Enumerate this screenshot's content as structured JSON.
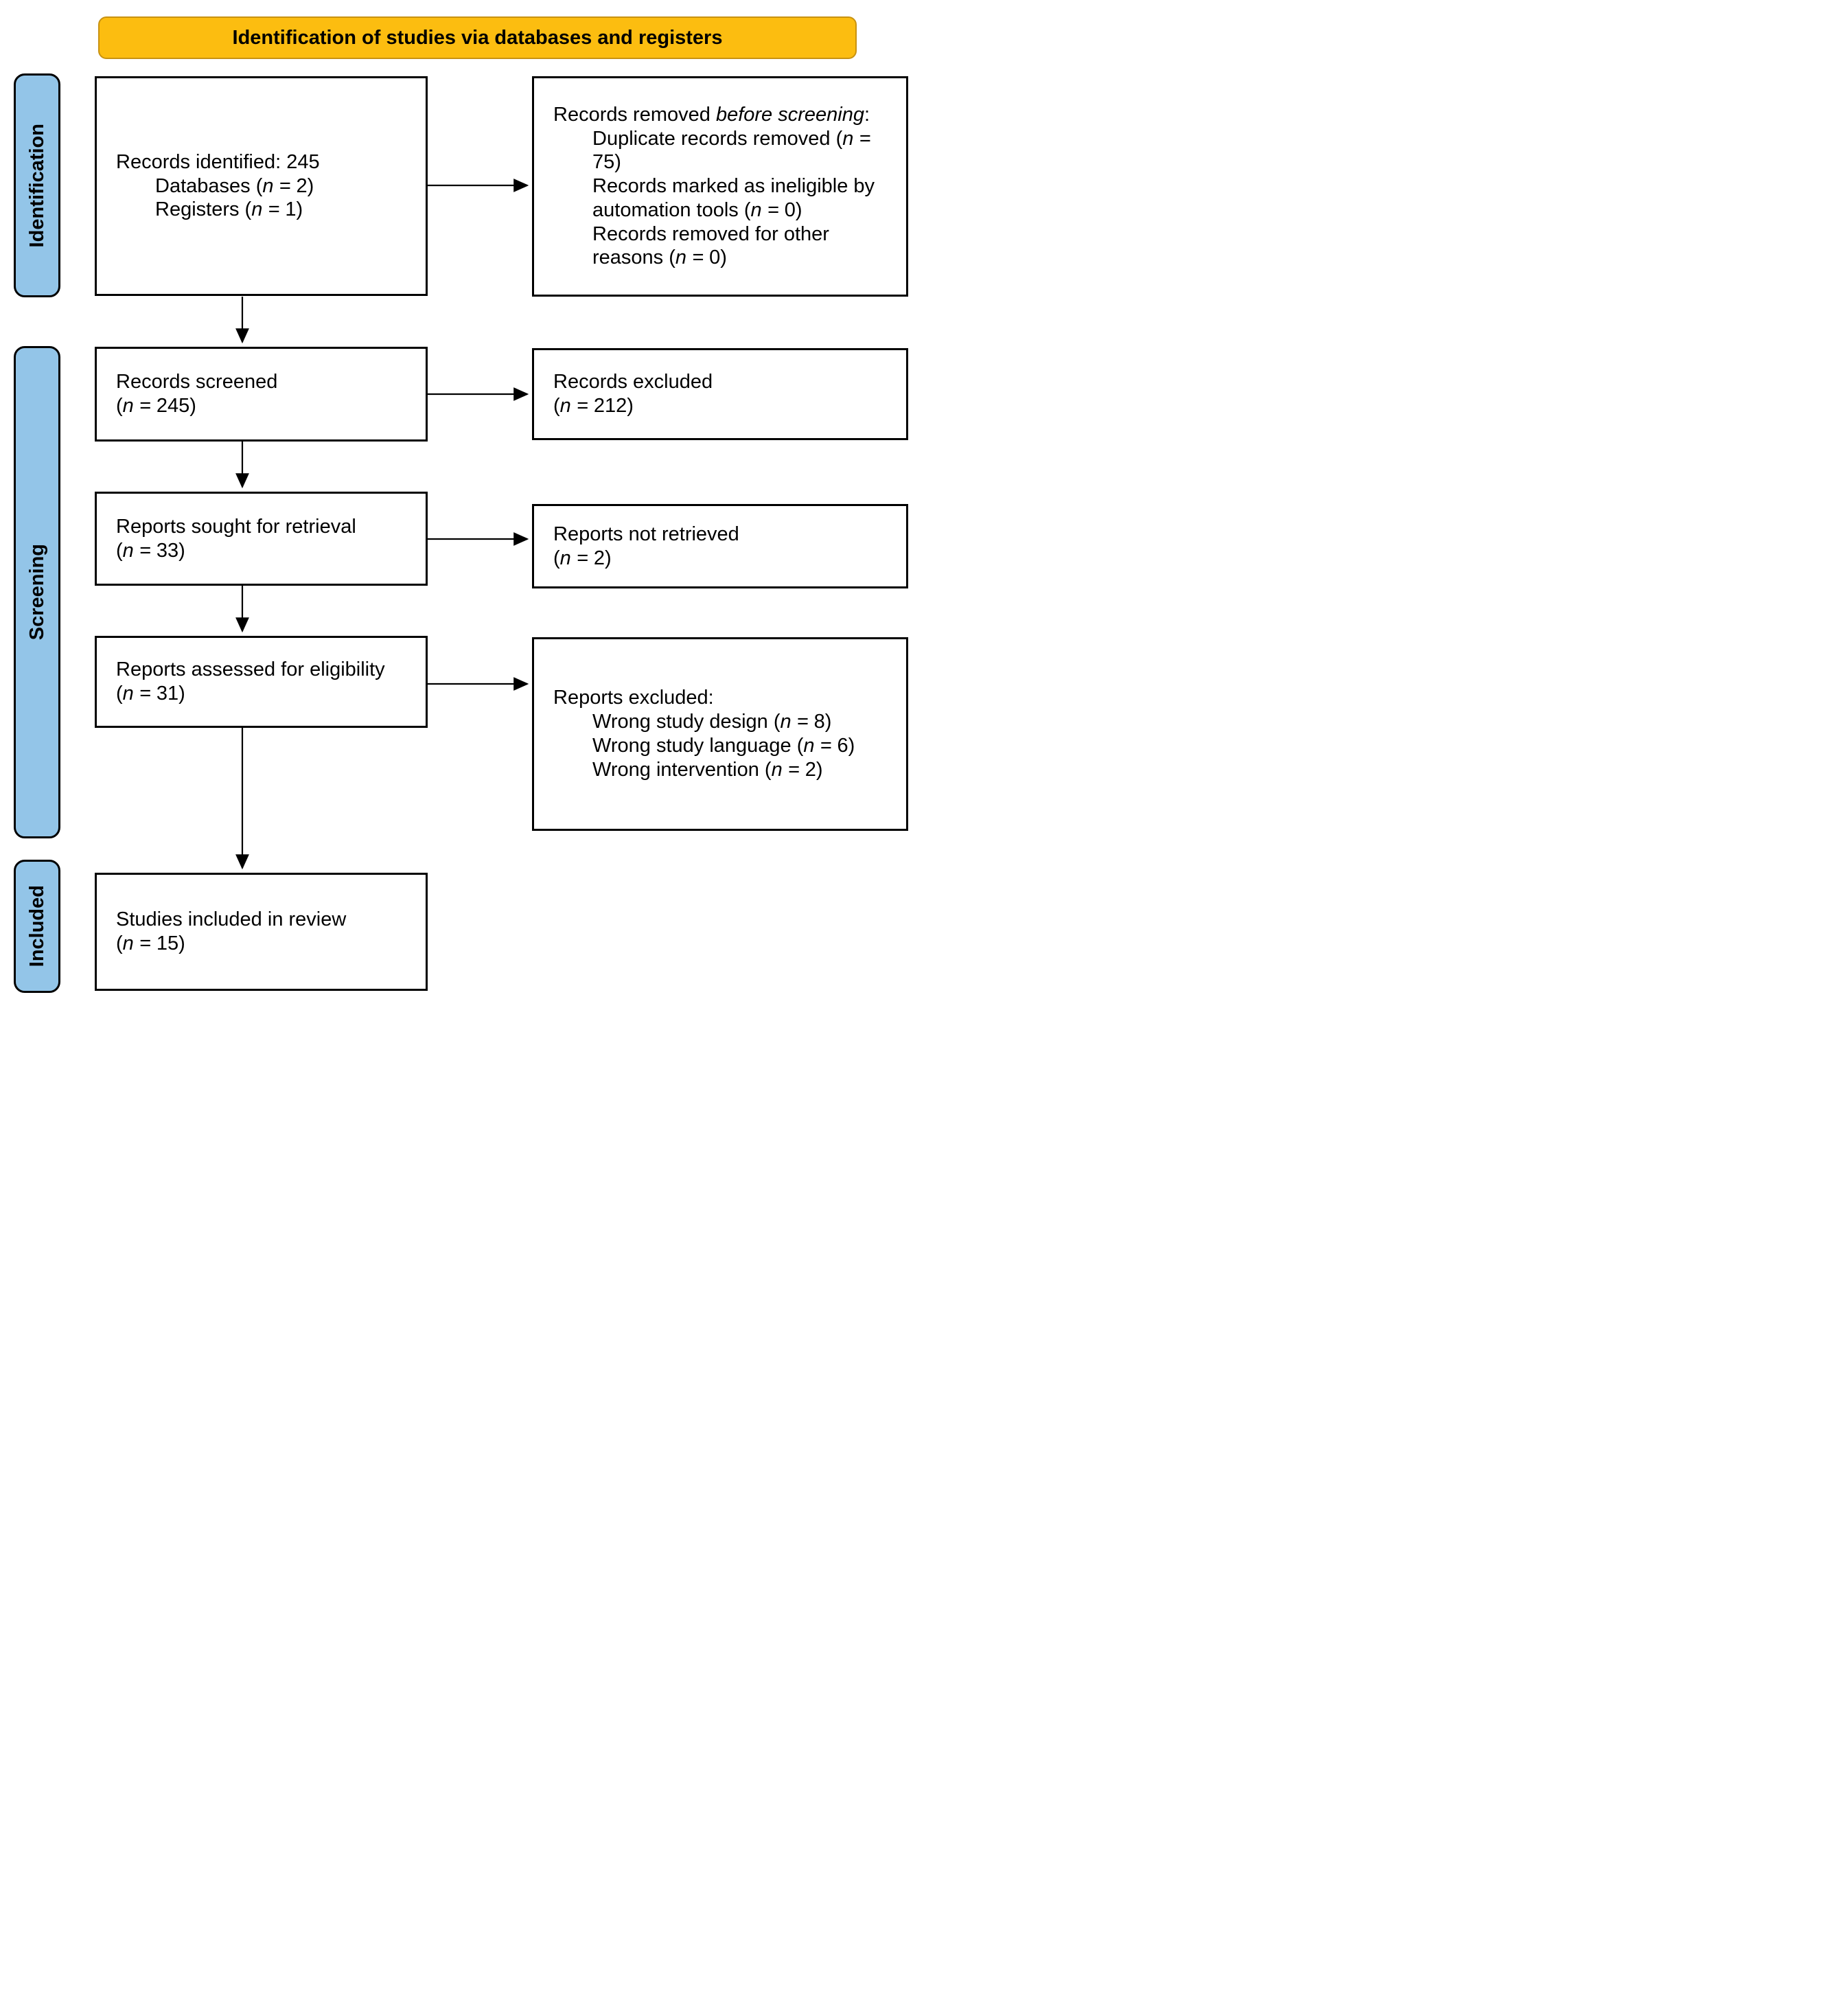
{
  "banner": {
    "title": "Identification of studies via databases and registers"
  },
  "colors": {
    "banner_fill": "#FCBD10",
    "banner_border": "#C89211",
    "stage_fill": "#93C5E8"
  },
  "stages": {
    "identification": "Identification",
    "screening": "Screening",
    "included": "Included"
  },
  "boxes": {
    "records_identified": {
      "lines": [
        "Records identified: 245",
        "Databases (n = 2)",
        "Registers (n = 1)"
      ]
    },
    "records_removed": {
      "lines": [
        "Records removed before screening:",
        "Duplicate records removed (n = 75)",
        "Records marked as ineligible by automation tools (n = 0)",
        "Records removed for other reasons (n = 0)"
      ]
    },
    "records_screened": {
      "lines": [
        "Records screened",
        "(n = 245)"
      ]
    },
    "records_excluded": {
      "lines": [
        "Records excluded",
        "(n = 212)"
      ]
    },
    "reports_sought": {
      "lines": [
        "Reports sought for retrieval",
        "(n = 33)"
      ]
    },
    "reports_not_retrieved": {
      "lines": [
        "Reports not retrieved",
        "(n = 2)"
      ]
    },
    "reports_assessed": {
      "lines": [
        "Reports assessed for eligibility",
        "(n = 31)"
      ]
    },
    "reports_excluded": {
      "lines": [
        "Reports excluded:",
        "Wrong study design (n = 8)",
        "Wrong study language (n = 6)",
        "Wrong intervention (n = 2)"
      ]
    },
    "studies_included": {
      "lines": [
        "Studies included in review",
        "(n = 15)"
      ]
    }
  }
}
